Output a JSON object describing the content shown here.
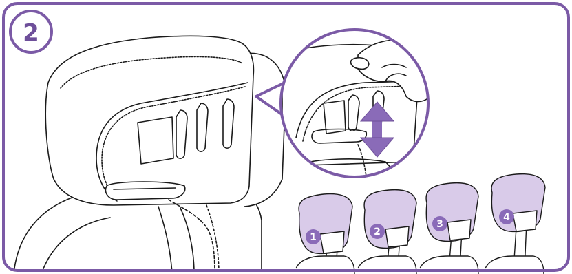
{
  "step": {
    "number": "2"
  },
  "positions": [
    {
      "label": "1"
    },
    {
      "label": "2"
    },
    {
      "label": "3"
    },
    {
      "label": "4"
    }
  ],
  "colors": {
    "frame": "#7b5aa6",
    "accent": "#8a6bb8",
    "accent_light": "#d9cbe9",
    "line": "#1a1a1a"
  },
  "icons": {
    "adjust": "double-arrow-up-down-icon",
    "hand": "hand-icon"
  }
}
